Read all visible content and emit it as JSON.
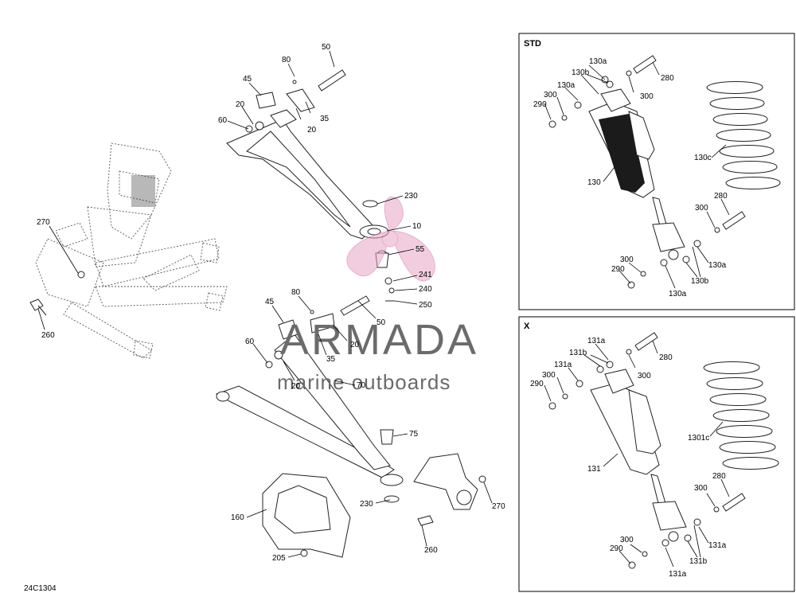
{
  "watermark": {
    "title": "ARMADA",
    "subtitle": "marine outboards"
  },
  "figure_code": "24C1304",
  "panels": {
    "std": "STD",
    "x": "X"
  },
  "callouts": {
    "c80a": "80",
    "c50a": "50",
    "c45a": "45",
    "c20a": "20",
    "c35a": "35",
    "c60a": "60",
    "c20b": "20",
    "c230a": "230",
    "c10": "10",
    "c55": "55",
    "c241": "241",
    "c240": "240",
    "c250": "250",
    "c270a": "270",
    "c260a": "260",
    "c80b": "80",
    "c45b": "45",
    "c50b": "50",
    "c60b": "60",
    "c20c": "20",
    "c35b": "35",
    "c20d": "20",
    "c70": "70",
    "c75": "75",
    "c230b": "230",
    "c270b": "270",
    "c160": "160",
    "c260b": "260",
    "c205": "205",
    "s130a_1": "130a",
    "s130b_1": "130b",
    "s130a_2": "130a",
    "s300_1": "300",
    "s290_1": "290",
    "s300_2": "300",
    "s280_1": "280",
    "s130c": "130c",
    "s130": "130",
    "s280_2": "280",
    "s300_3": "300",
    "s300_4": "300",
    "s290_2": "290",
    "s130a_3": "130a",
    "s130b_2": "130b",
    "s130a_4": "130a",
    "x131a_1": "131a",
    "x131b_1": "131b",
    "x131a_2": "131a",
    "x300_1": "300",
    "x290_1": "290",
    "x300_2": "300",
    "x280_1": "280",
    "x1301c": "1301c",
    "x131": "131",
    "x280_2": "280",
    "x300_3": "300",
    "x300_4": "300",
    "x290_2": "290",
    "x131a_3": "131a",
    "x131b_2": "131b",
    "x131a_4": "131a"
  }
}
